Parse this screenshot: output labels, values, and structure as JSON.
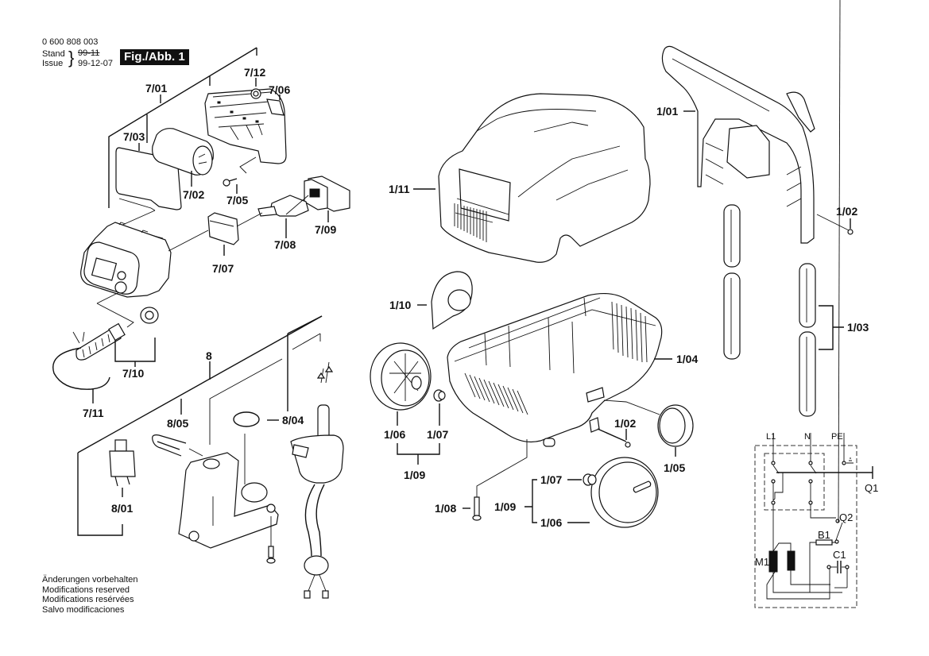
{
  "header": {
    "document_number": "0 600 808 003",
    "stand_label": "Stand",
    "issue_label": "Issue",
    "stand_value_struck": "99-11",
    "issue_date": "99-12-07",
    "figure_badge": "Fig./Abb. 1"
  },
  "notes": [
    "Änderungen vorbehalten",
    "Modifications reserved",
    "Modifications resérvées",
    "Salvo modificaciones"
  ],
  "part_labels": {
    "p7_01": "7/01",
    "p7_02": "7/02",
    "p7_03": "7/03",
    "p7_05": "7/05",
    "p7_06": "7/06",
    "p7_07": "7/07",
    "p7_08": "7/08",
    "p7_09": "7/09",
    "p7_10": "7/10",
    "p7_11": "7/11",
    "p7_12": "7/12",
    "p8": "8",
    "p8_01": "8/01",
    "p8_04": "8/04",
    "p8_05": "8/05",
    "p1_01": "1/01",
    "p1_02a": "1/02",
    "p1_02b": "1/02",
    "p1_03": "1/03",
    "p1_04": "1/04",
    "p1_05": "1/05",
    "p1_06a": "1/06",
    "p1_06b": "1/06",
    "p1_07a": "1/07",
    "p1_07b": "1/07",
    "p1_08": "1/08",
    "p1_09a": "1/09",
    "p1_09b": "1/09",
    "p1_10": "1/10",
    "p1_11": "1/11"
  },
  "schematic": {
    "terminals": [
      "L1",
      "N",
      "PE"
    ],
    "components": {
      "switch": "Q1",
      "pressure_switch": "Q2",
      "resistor": "B1",
      "capacitor": "C1",
      "motor": "M1"
    }
  }
}
